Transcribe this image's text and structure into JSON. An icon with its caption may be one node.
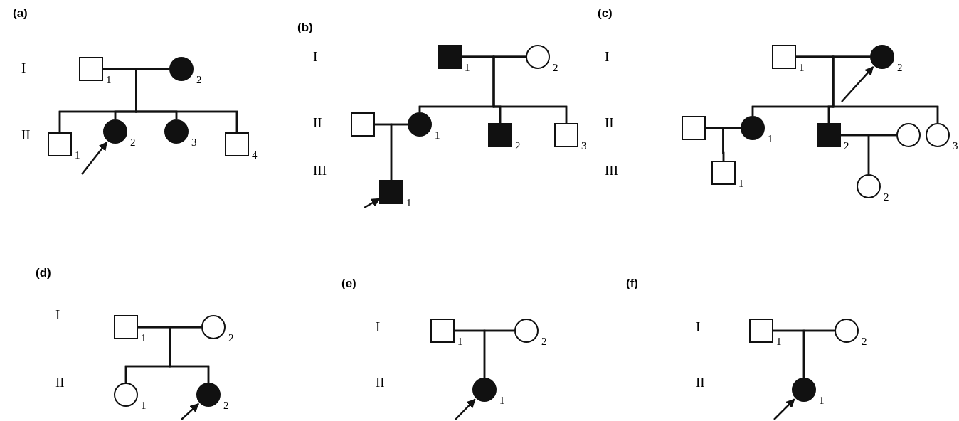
{
  "diagram": {
    "nodes": [
      {
        "text": [],
        "shape": "box",
        "beside": [
          "1"
        ]
      },
      {
        "text": [],
        "shape": "circle",
        "beside": [
          "2"
        ]
      },
      {
        "text": [],
        "shape": "box",
        "beside": [
          "1"
        ]
      },
      {
        "text": [],
        "shape": "circle",
        "beside": [
          "2"
        ]
      },
      {
        "text": [],
        "shape": "circle",
        "beside": [
          "3"
        ]
      },
      {
        "text": [],
        "shape": "box",
        "beside": [
          "4"
        ]
      },
      {
        "text": [],
        "shape": "box",
        "beside": [
          "1"
        ]
      },
      {
        "text": [],
        "shape": "circle",
        "beside": [
          "2"
        ]
      },
      {
        "text": [],
        "shape": "box"
      },
      {
        "text": [],
        "shape": "circle",
        "beside": [
          "1"
        ]
      },
      {
        "text": [],
        "shape": "box",
        "beside": [
          "2"
        ]
      },
      {
        "text": [],
        "shape": "box",
        "beside": [
          "3"
        ]
      },
      {
        "text": [],
        "shape": "box",
        "beside": [
          "1"
        ]
      },
      {
        "text": [],
        "shape": "box",
        "beside": [
          "1"
        ]
      },
      {
        "text": [],
        "shape": "circle",
        "beside": [
          "2"
        ]
      },
      {
        "text": [],
        "shape": "box"
      },
      {
        "text": [],
        "shape": "circle",
        "beside": [
          "1"
        ]
      },
      {
        "text": [],
        "shape": "box",
        "beside": [
          "2"
        ]
      },
      {
        "text": [],
        "shape": "circle"
      },
      {
        "text": [],
        "shape": "circle",
        "beside": [
          "3"
        ]
      },
      {
        "text": [],
        "shape": "box",
        "beside": [
          "1"
        ]
      },
      {
        "text": [],
        "shape": "circle",
        "beside": [
          "2"
        ]
      },
      {
        "text": [],
        "shape": "box",
        "beside": [
          "1"
        ]
      },
      {
        "text": [],
        "shape": "circle",
        "beside": [
          "2"
        ]
      },
      {
        "text": [],
        "shape": "circle",
        "beside": [
          "1"
        ]
      },
      {
        "text": [],
        "shape": "circle",
        "beside": [
          "2"
        ]
      },
      {
        "text": [],
        "shape": "box",
        "beside": [
          "1"
        ]
      },
      {
        "text": [],
        "shape": "circle",
        "beside": [
          "2"
        ]
      },
      {
        "text": [],
        "shape": "circle",
        "beside": [
          "1"
        ]
      },
      {
        "text": [],
        "shape": "box",
        "beside": [
          "1"
        ]
      },
      {
        "text": [],
        "shape": "circle",
        "beside": [
          "2"
        ]
      },
      {
        "text": [],
        "shape": "circle",
        "beside": [
          "1"
        ]
      }
    ],
    "edges": [
      {
        "from": 0,
        "to": 1,
        "arrow": "none"
      },
      {
        "from": 0,
        "to": 2,
        "arrow": "none"
      },
      {
        "from": 1,
        "to": 2,
        "arrow": "none"
      },
      {
        "from": 0,
        "to": 3,
        "arrow": "none"
      },
      {
        "from": 1,
        "to": 3,
        "arrow": "none"
      },
      {
        "from": 0,
        "to": 4,
        "arrow": "none"
      },
      {
        "from": 1,
        "to": 4,
        "arrow": "none"
      },
      {
        "from": 0,
        "to": 5,
        "arrow": "none"
      },
      {
        "from": 1,
        "to": 5,
        "arrow": "none"
      },
      {
        "from": null,
        "to": 3,
        "arrow": "to"
      },
      {
        "from": 6,
        "to": 7,
        "arrow": "none"
      },
      {
        "from": 6,
        "to": 9,
        "arrow": "none"
      },
      {
        "from": 7,
        "to": 9,
        "arrow": "none"
      },
      {
        "from": 6,
        "to": 10,
        "arrow": "none"
      },
      {
        "from": 7,
        "to": 10,
        "arrow": "none"
      },
      {
        "from": 6,
        "to": 11,
        "arrow": "none"
      },
      {
        "from": 7,
        "to": 11,
        "arrow": "none"
      },
      {
        "from": 8,
        "to": 9,
        "arrow": "none"
      },
      {
        "from": 8,
        "to": 12,
        "arrow": "none"
      },
      {
        "from": 9,
        "to": 12,
        "arrow": "none"
      },
      {
        "from": null,
        "to": 12,
        "arrow": "to"
      },
      {
        "from": 13,
        "to": 14,
        "arrow": "none"
      },
      {
        "from": 13,
        "to": 16,
        "arrow": "none"
      },
      {
        "from": 14,
        "to": 16,
        "arrow": "none"
      },
      {
        "from": 13,
        "to": 17,
        "arrow": "none"
      },
      {
        "from": 14,
        "to": 17,
        "arrow": "none"
      },
      {
        "from": 13,
        "to": 19,
        "arrow": "none"
      },
      {
        "from": 14,
        "to": 19,
        "arrow": "none"
      },
      {
        "from": 15,
        "to": 16,
        "arrow": "none"
      },
      {
        "from": 15,
        "to": 20,
        "arrow": "none"
      },
      {
        "from": 16,
        "to": 20,
        "arrow": "none"
      },
      {
        "from": 17,
        "to": 18,
        "arrow": "none"
      },
      {
        "from": 17,
        "to": 21,
        "arrow": "none"
      },
      {
        "from": 18,
        "to": 21,
        "arrow": "none"
      },
      {
        "from": null,
        "to": 14,
        "arrow": "to"
      },
      {
        "from": 22,
        "to": 23,
        "arrow": "none"
      },
      {
        "from": 22,
        "to": 24,
        "arrow": "none"
      },
      {
        "from": 23,
        "to": 24,
        "arrow": "none"
      },
      {
        "from": 22,
        "to": 25,
        "arrow": "none"
      },
      {
        "from": 23,
        "to": 25,
        "arrow": "none"
      },
      {
        "from": null,
        "to": 25,
        "arrow": "to"
      },
      {
        "from": 26,
        "to": 27,
        "arrow": "none"
      },
      {
        "from": 26,
        "to": 28,
        "arrow": "none"
      },
      {
        "from": 27,
        "to": 28,
        "arrow": "none"
      },
      {
        "from": null,
        "to": 28,
        "arrow": "to"
      },
      {
        "from": 29,
        "to": 30,
        "arrow": "none"
      },
      {
        "from": 29,
        "to": 31,
        "arrow": "none"
      },
      {
        "from": 30,
        "to": 31,
        "arrow": "none"
      },
      {
        "from": null,
        "to": 31,
        "arrow": "to"
      }
    ],
    "labels": [
      "(a)",
      "I",
      "II",
      "(b)",
      "I",
      "II",
      "III",
      "(c)",
      "I",
      "II",
      "III",
      "(d)",
      "I",
      "II",
      "(e)",
      "I",
      "II",
      "(f)",
      "I",
      "II"
    ]
  }
}
